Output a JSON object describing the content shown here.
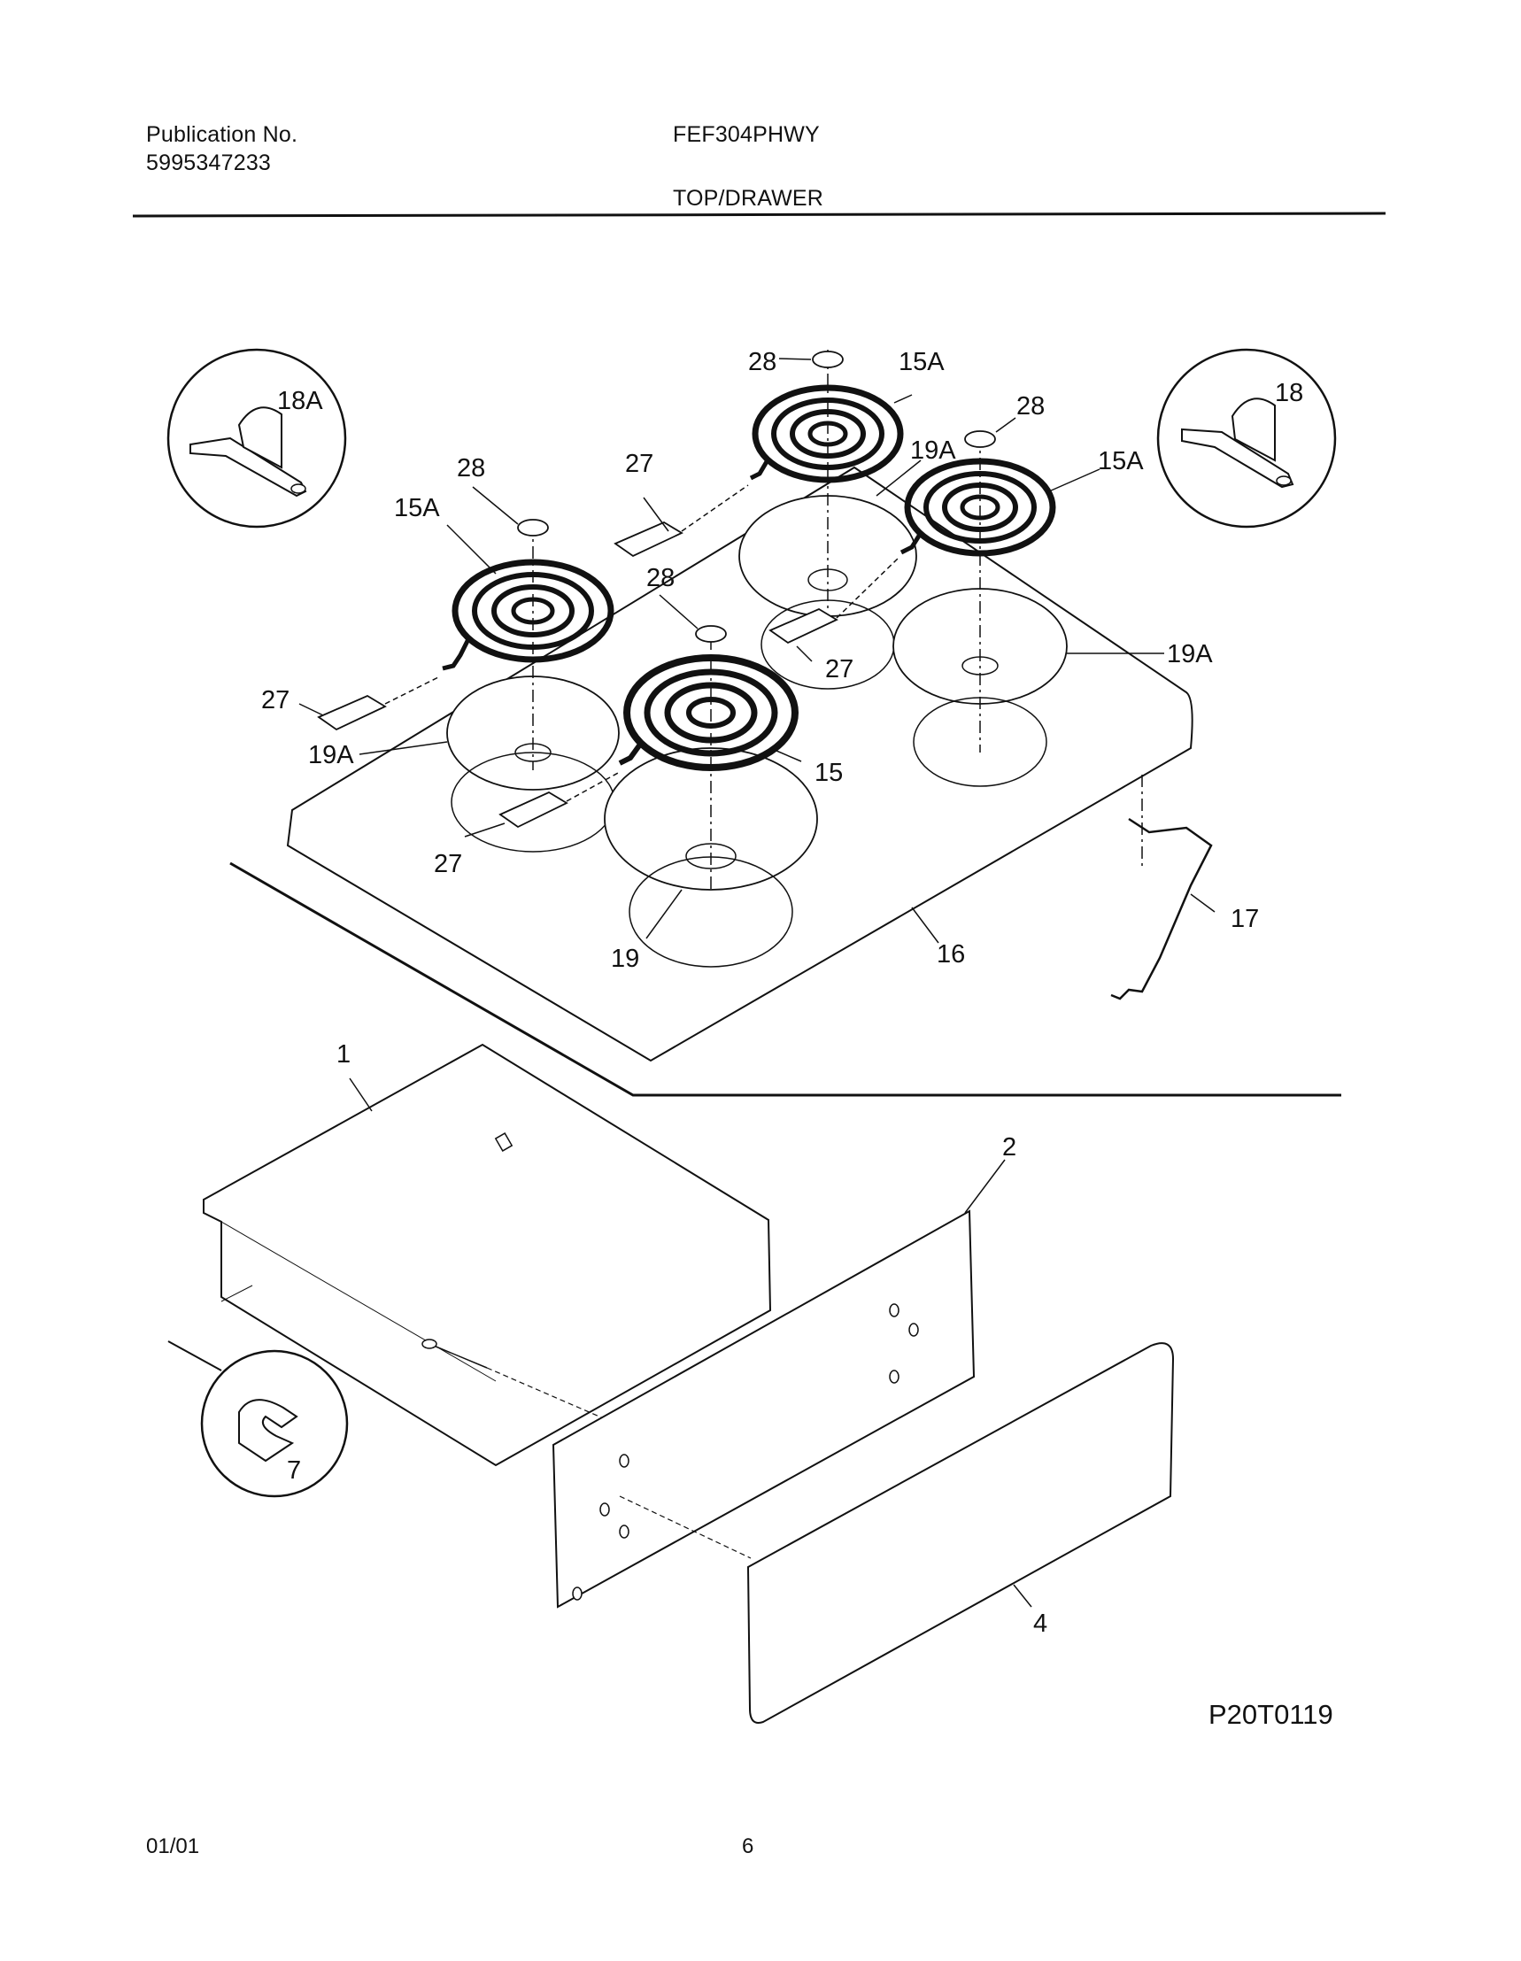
{
  "header": {
    "publication_label": "Publication No.",
    "publication_number": "5995347233",
    "model": "FEF304PHWY",
    "section": "TOP/DRAWER"
  },
  "callouts": {
    "c1": "1",
    "c2": "2",
    "c4": "4",
    "c7": "7",
    "c15": "15",
    "c15a_left": "15A",
    "c15a_back": "15A",
    "c15a_right": "15A",
    "c16": "16",
    "c17": "17",
    "c18": "18",
    "c18a": "18A",
    "c19": "19",
    "c19a_left": "19A",
    "c19a_back": "19A",
    "c19a_right": "19A",
    "c27_left": "27",
    "c27_front": "27",
    "c27_back": "27",
    "c27_right": "27",
    "c28_left": "28",
    "c28_front": "28",
    "c28_back": "28",
    "c28_right": "28"
  },
  "figure_ref": "P20T0119",
  "footer": {
    "date": "01/01",
    "page": "6"
  }
}
